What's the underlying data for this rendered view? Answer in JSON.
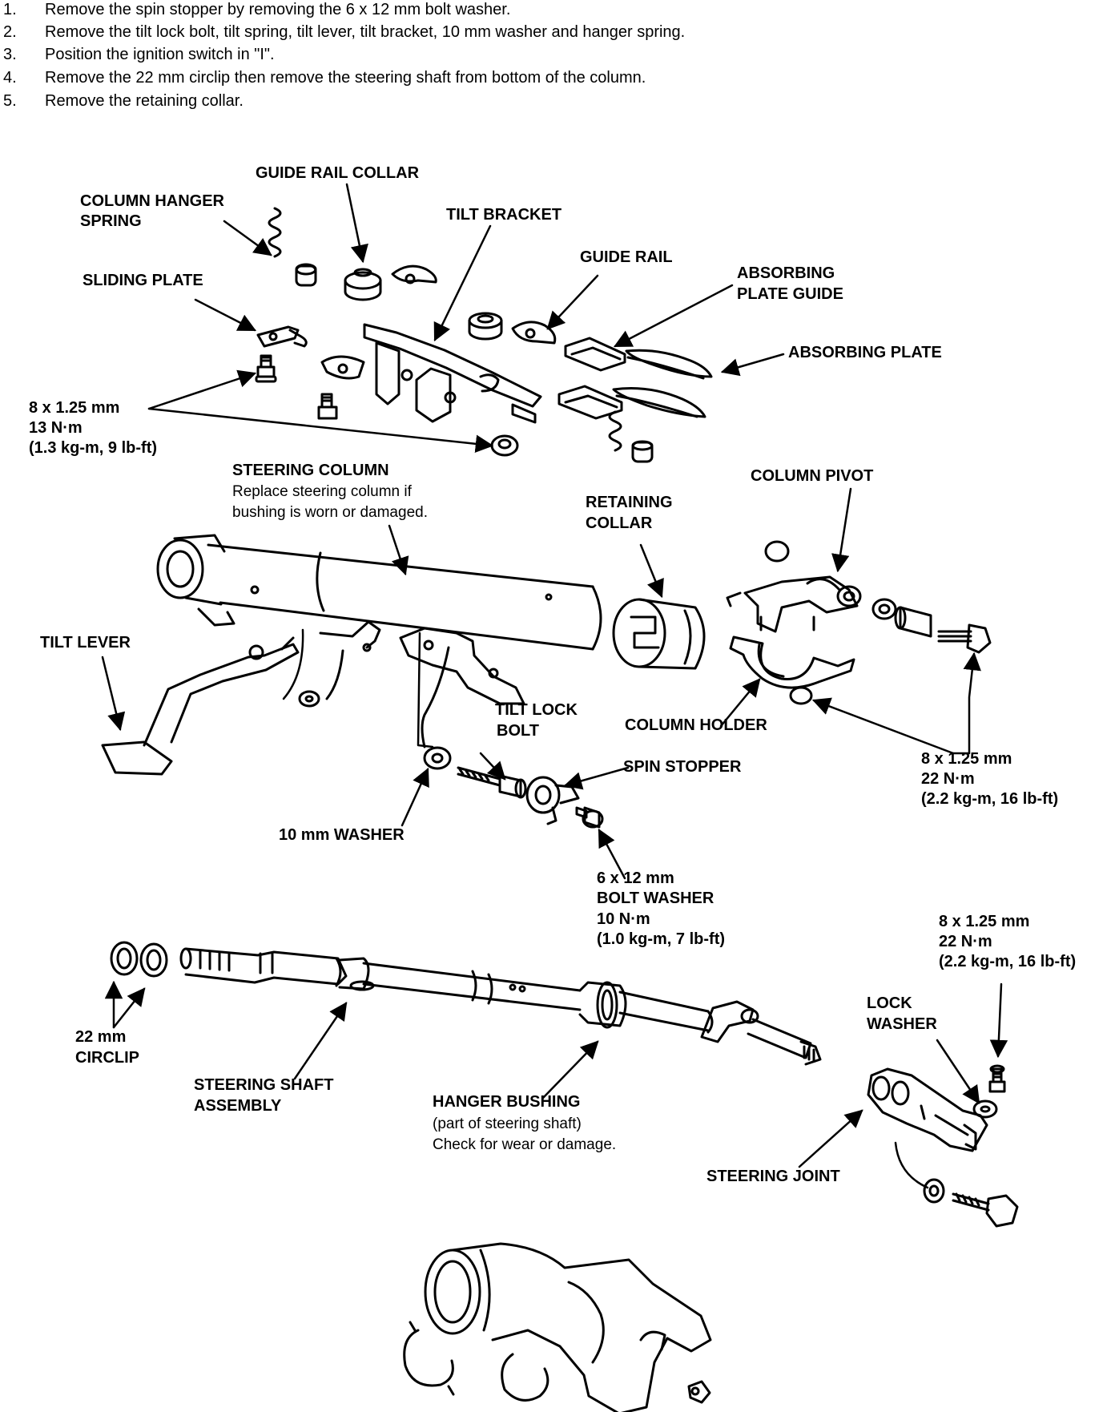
{
  "steps": [
    {
      "num": "1.",
      "text": "Remove the spin stopper by removing the 6 x 12 mm bolt washer."
    },
    {
      "num": "2.",
      "text": "Remove the tilt lock bolt, tilt spring, tilt lever, tilt bracket, 10 mm washer and hanger spring."
    },
    {
      "num": "3.",
      "text": "Position the ignition switch in \"I\"."
    },
    {
      "num": "4.",
      "text": "Remove the 22 mm circlip then remove the steering shaft from bottom of the column."
    },
    {
      "num": "5.",
      "text": "Remove the retaining collar."
    }
  ],
  "labels": {
    "guide_rail_collar": "GUIDE RAIL COLLAR",
    "column_hanger_spring_1": "COLUMN HANGER",
    "column_hanger_spring_2": "SPRING",
    "tilt_bracket": "TILT BRACKET",
    "guide_rail": "GUIDE RAIL",
    "sliding_plate": "SLIDING PLATE",
    "absorbing_plate_guide_1": "ABSORBING",
    "absorbing_plate_guide_2": "PLATE GUIDE",
    "absorbing_plate": "ABSORBING PLATE",
    "torque_a_1": "8 x 1.25 mm",
    "torque_a_2": "13 N·m",
    "torque_a_3": "(1.3 kg-m, 9 lb-ft)",
    "steering_column": "STEERING COLUMN",
    "steering_column_note_1": "Replace steering column if",
    "steering_column_note_2": "bushing is worn or damaged.",
    "retaining_collar_1": "RETAINING",
    "retaining_collar_2": "COLLAR",
    "column_pivot": "COLUMN PIVOT",
    "tilt_lever": "TILT LEVER",
    "tilt_lock_bolt_1": "TILT LOCK",
    "tilt_lock_bolt_2": "BOLT",
    "column_holder": "COLUMN HOLDER",
    "spin_stopper": "SPIN STOPPER",
    "torque_b_1": "8 x 1.25 mm",
    "torque_b_2": "22 N·m",
    "torque_b_3": "(2.2 kg-m, 16 lb-ft)",
    "washer_10mm": "10 mm WASHER",
    "bolt_washer_1": "6 x 12 mm",
    "bolt_washer_2": "BOLT WASHER",
    "bolt_washer_3": "10 N·m",
    "bolt_washer_4": "(1.0 kg-m, 7 lb-ft)",
    "torque_c_1": "8 x 1.25 mm",
    "torque_c_2": "22 N·m",
    "torque_c_3": "(2.2 kg-m, 16 lb-ft)",
    "lock_washer_1": "LOCK",
    "lock_washer_2": "WASHER",
    "circlip_1": "22 mm",
    "circlip_2": "CIRCLIP",
    "steering_shaft_1": "STEERING SHAFT",
    "steering_shaft_2": "ASSEMBLY",
    "hanger_bushing": "HANGER BUSHING",
    "hanger_bushing_note_1": "(part of steering shaft)",
    "hanger_bushing_note_2": "Check for wear or damage.",
    "steering_joint": "STEERING JOINT"
  }
}
